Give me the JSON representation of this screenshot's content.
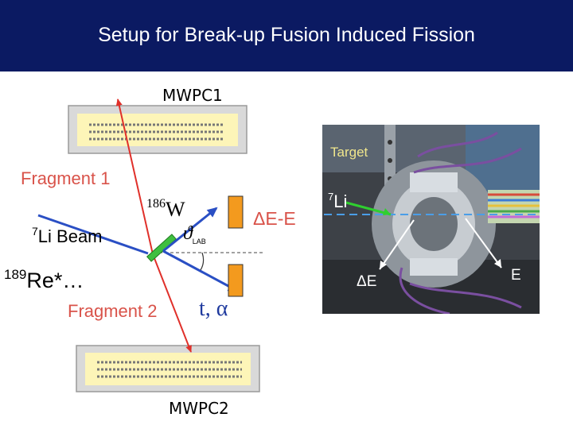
{
  "slide": {
    "title": "Setup for Break-up Fusion Induced Fission"
  },
  "labels": {
    "mwpc1": "MWPC1",
    "mwpc2": "MWPC2",
    "fragment1": "Fragment 1",
    "fragment2": "Fragment 2",
    "beam_mass": "7",
    "beam_text": "Li Beam",
    "re_mass": "189",
    "re_text": "Re*…",
    "w_mass": "186",
    "w_text": "W",
    "theta_symbol": "ϑ",
    "theta_sub": "LAB",
    "particles": "t, α",
    "telescope": "ΔE-E"
  },
  "photo": {
    "target_label": "Target",
    "li_mass": "7",
    "li_text": "Li",
    "delta_e_label": "ΔE",
    "e_label": "E"
  },
  "colors": {
    "title_bg": "#0b1a62",
    "fragment_text": "#d9534a",
    "detector_fill": "#fdf5b8",
    "detector_frame": "#d9d9d9",
    "fission_line": "#e0302a",
    "beam_line": "#2a4fc4",
    "target_green": "#3fbf3f",
    "telescope_orange": "#f39a1e",
    "particle_text": "#1f3a9e"
  }
}
